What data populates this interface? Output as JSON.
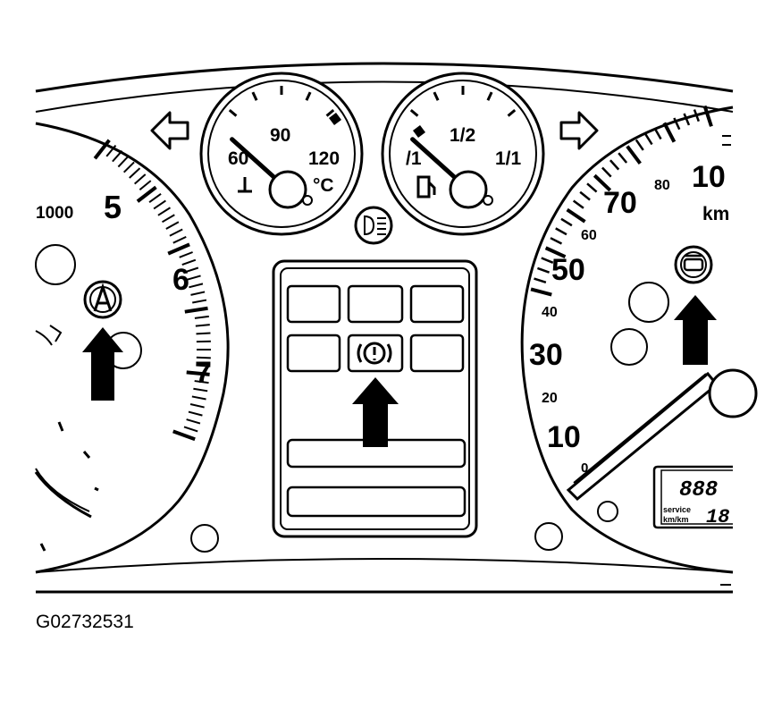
{
  "figure": {
    "id": "G02732531"
  },
  "tachometer": {
    "labels": [
      "1000",
      "5",
      "6",
      "7"
    ]
  },
  "temp_gauge": {
    "labels": [
      "60",
      "90",
      "120"
    ],
    "unit": "°C",
    "needle_level": 0.1
  },
  "fuel_gauge": {
    "labels": [
      "/1",
      "1/2",
      "1/1"
    ],
    "needle_level": 0.1
  },
  "speedometer": {
    "labels": [
      "0",
      "10",
      "20",
      "30",
      "40",
      "50",
      "60",
      "70",
      "80",
      "10"
    ],
    "unit": "km"
  },
  "odometer": {
    "digits": "888",
    "line2a": "service",
    "line2b": "km/km",
    "digits2": "18"
  },
  "icons": [
    "turn-left",
    "turn-right",
    "low-beam",
    "brake-warning",
    "traction-control",
    "cruise-control"
  ],
  "colors": {
    "ink": "#000000",
    "paper": "#ffffff"
  }
}
